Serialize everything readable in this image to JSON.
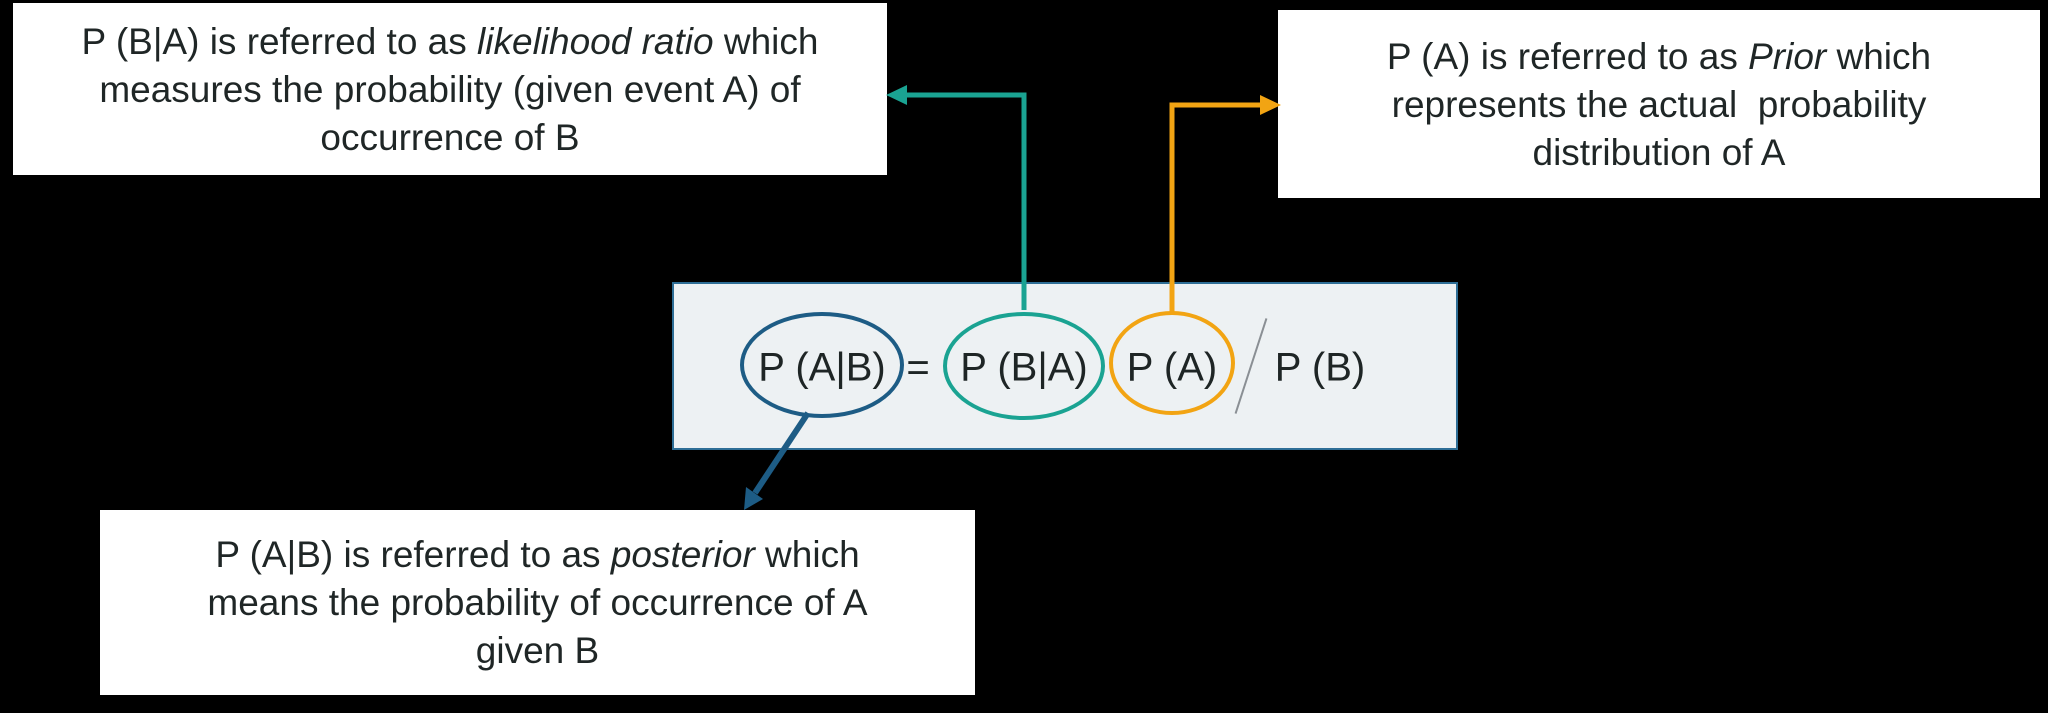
{
  "canvas": {
    "background": "#000000"
  },
  "formula": {
    "posterior_label": "P (A|B)",
    "equals_label": "=",
    "likelihood_label": "P (B|A)",
    "prior_label": "P (A)",
    "evidence_label": "P (B)",
    "box_fill": "#edf1f3",
    "box_border_color": "#2e6e96",
    "posterior_circle_color": "#1d5c85",
    "likelihood_circle_color": "#1aa392",
    "prior_circle_color": "#f2a413",
    "slash_color": "#8a8f94"
  },
  "callouts": {
    "likelihood": {
      "line1_pre": "P (B|A) is referred to as ",
      "line1_italic": "likelihood ratio",
      "line1_post": " which",
      "line2": "measures the probability (given event A) of",
      "line3": "occurrence of B",
      "arrow_color": "#1aa392"
    },
    "prior": {
      "line1_pre": "P (A) is referred to as ",
      "line1_italic": "Prior",
      "line1_post": " which",
      "line2": "represents the actual  probability",
      "line3": "distribution of A",
      "arrow_color": "#f2a413"
    },
    "posterior": {
      "line1_pre": "P (A|B) is referred to as ",
      "line1_italic": "posterior",
      "line1_post": " which",
      "line2": "means the probability of occurrence of A",
      "line3": "given B",
      "arrow_color": "#1d5c85"
    }
  }
}
